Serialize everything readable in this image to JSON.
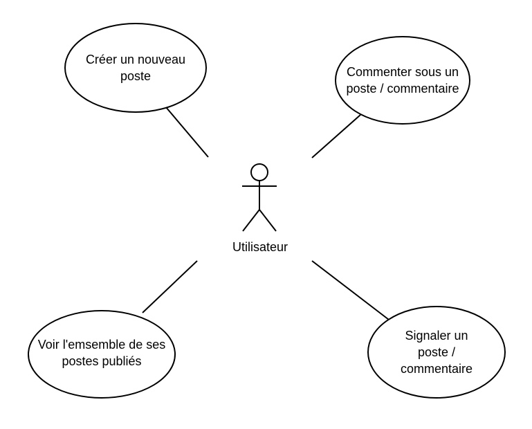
{
  "colors": {
    "stroke": "#000000",
    "fill": "#ffffff",
    "text": "#000000"
  },
  "actor": {
    "label": "Utilisateur"
  },
  "use_cases": [
    {
      "lines": [
        "Créer un nouveau",
        "poste"
      ]
    },
    {
      "lines": [
        "Commenter sous un",
        "poste / commentaire"
      ]
    },
    {
      "lines": [
        "Voir l'emsemble de ses",
        "postes publiés"
      ]
    },
    {
      "lines": [
        "Signaler un",
        "poste /",
        "commentaire"
      ]
    }
  ]
}
